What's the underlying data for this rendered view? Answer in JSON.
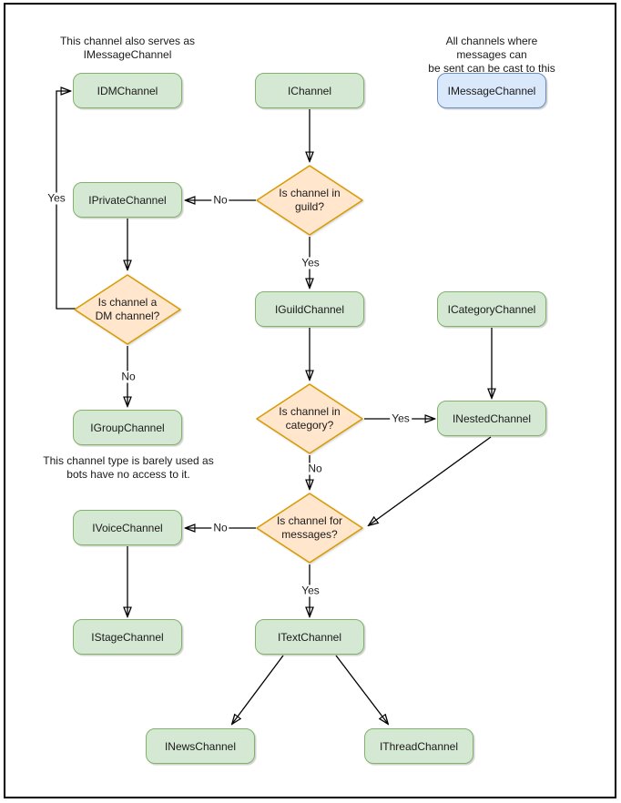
{
  "colors": {
    "node_fill": "#d5e8d4",
    "node_stroke": "#82b366",
    "decision_fill": "#ffe6cc",
    "decision_stroke": "#d79b00",
    "cast_fill": "#dae8fc",
    "cast_stroke": "#6c8ebf"
  },
  "annotations": {
    "dm_note": "This channel also serves as\nIMessageChannel",
    "message_note": "All channels where messages can\nbe sent can be cast to this type.",
    "group_note": "This channel type is barely used as\nbots have no access to it."
  },
  "nodes": {
    "idm": "IDMChannel",
    "ichannel": "IChannel",
    "imessage": "IMessageChannel",
    "iprivate": "IPrivateChannel",
    "iguild": "IGuildChannel",
    "icategory": "ICategoryChannel",
    "inested": "INestedChannel",
    "igroup": "IGroupChannel",
    "ivoice": "IVoiceChannel",
    "istage": "IStageChannel",
    "itext": "ITextChannel",
    "inews": "INewsChannel",
    "ithread": "IThreadChannel"
  },
  "decisions": {
    "in_guild": "Is channel in\nguild?",
    "is_dm": "Is channel a\nDM channel?",
    "in_category": "Is channel in\ncategory?",
    "for_messages": "Is channel for\nmessages?"
  },
  "edge_labels": {
    "guild_no": "No",
    "guild_yes": "Yes",
    "dm_yes": "Yes",
    "dm_no": "No",
    "category_yes": "Yes",
    "category_no": "No",
    "messages_no": "No",
    "messages_yes": "Yes"
  }
}
